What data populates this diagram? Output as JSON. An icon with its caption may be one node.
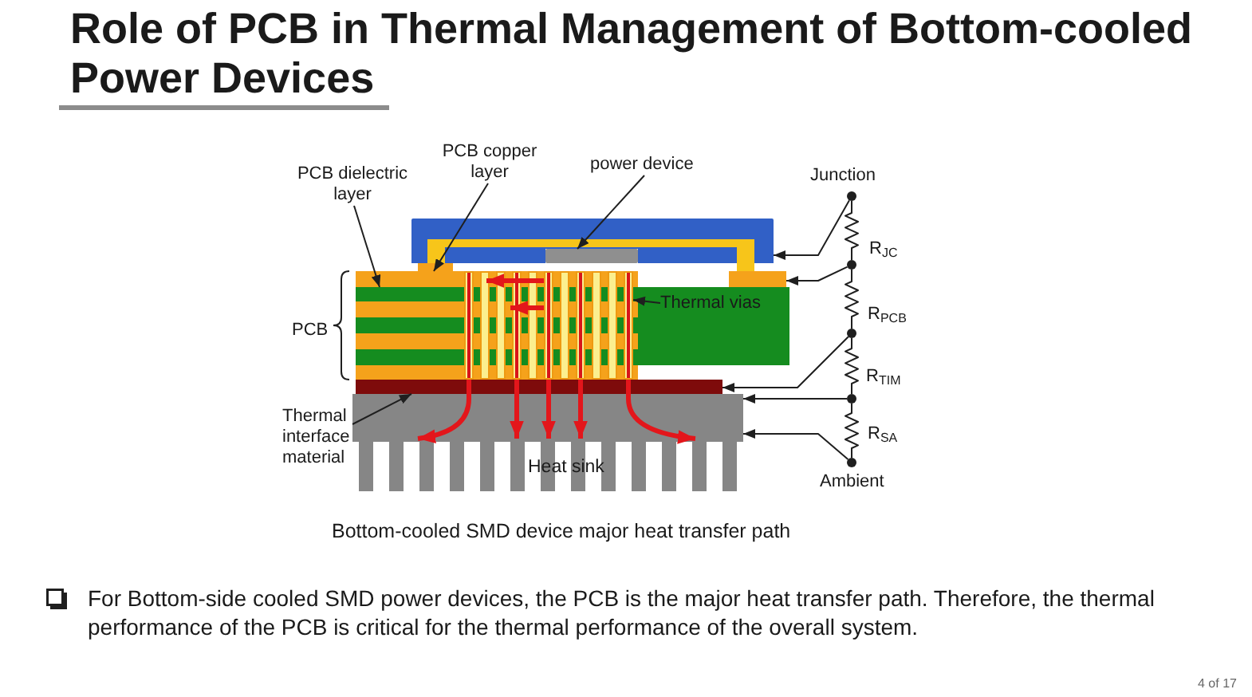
{
  "diagram": {
    "title": "Role of PCB in Thermal Management of Bottom-cooled Power Devices",
    "caption": "Bottom-cooled SMD device major heat transfer path",
    "nodes": [
      {
        "text": [
          "PCB dielectric layer"
        ]
      },
      {
        "text": [
          "PCB copper layer"
        ]
      },
      {
        "text": [
          "power device"
        ]
      },
      {
        "text": [
          "Thermal vias"
        ]
      },
      {
        "text": [
          "Thermal interface material"
        ]
      },
      {
        "text": [
          "Heat sink"
        ]
      },
      {
        "text": [],
        "shape": "box"
      },
      {
        "text": [],
        "shape": "box",
        "in": 6
      },
      {
        "text": [],
        "shape": "bar"
      },
      {
        "text": [],
        "shape": "bar"
      },
      {
        "text": [],
        "shape": "bar"
      },
      {
        "text": [],
        "shape": "bar"
      },
      {
        "text": [],
        "shape": "bar"
      },
      {
        "text": [],
        "shape": "bar"
      },
      {
        "text": [],
        "shape": "bar"
      },
      {
        "text": [],
        "shape": "bar"
      },
      {
        "text": [],
        "shape": "bar"
      },
      {
        "text": [],
        "shape": "bar"
      },
      {
        "text": [],
        "shape": "bar"
      },
      {
        "text": [],
        "shape": "bar"
      },
      {
        "text": [],
        "shape": "bar"
      },
      {
        "text": [],
        "shape": "bar"
      },
      {
        "text": [],
        "shape": "bar"
      },
      {
        "text": [],
        "shape": "bar"
      },
      {
        "text": [],
        "shape": "bar"
      },
      {
        "text": [],
        "shape": "bar"
      },
      {
        "text": [],
        "shape": "bar"
      },
      {
        "text": [],
        "shape": "bar"
      },
      {
        "text": [],
        "shape": "circle",
        "beside": [
          "Junction"
        ]
      },
      {
        "text": [],
        "shape": "circle"
      },
      {
        "text": [],
        "shape": "circle"
      },
      {
        "text": [],
        "shape": "circle"
      },
      {
        "text": [],
        "shape": "circle",
        "beside": [
          "Ambient"
        ]
      }
    ],
    "edges": [
      {
        "from": 0,
        "to": 10,
        "arrow": "to"
      },
      {
        "from": 1,
        "to": 9,
        "arrow": "to"
      },
      {
        "from": 2,
        "to": 7,
        "arrow": "to"
      },
      {
        "from": 3,
        "to": 26,
        "arrow": "to"
      },
      {
        "from": 4,
        "to": 27,
        "arrow": "to"
      },
      {
        "from": 28,
        "to": 29,
        "arrow": "none",
        "label": "R$_{JC}$"
      },
      {
        "from": 29,
        "to": 30,
        "arrow": "none",
        "label": "R$_{PCB}$"
      },
      {
        "from": 30,
        "to": 31,
        "arrow": "none",
        "label": "R$_{TIM}$"
      },
      {
        "from": 31,
        "to": 32,
        "arrow": "none",
        "label": "R$_{SA}$"
      },
      {
        "from": 28,
        "to": 6,
        "arrow": "to"
      },
      {
        "from": 29,
        "to": 8,
        "arrow": "to"
      },
      {
        "from": 30,
        "to": 27,
        "arrow": "to"
      },
      {
        "from": 31,
        "to": 5,
        "arrow": "to"
      },
      {
        "from": 32,
        "to": 5,
        "arrow": "to"
      },
      {
        "from": 16,
        "to": 5,
        "arrow": "to",
        "style": "thick",
        "color": "#e3161b"
      },
      {
        "from": 19,
        "to": 5,
        "arrow": "to",
        "style": "thick",
        "color": "#e3161b"
      },
      {
        "from": 21,
        "to": 5,
        "arrow": "to",
        "style": "thick",
        "color": "#e3161b"
      },
      {
        "from": 23,
        "to": 5,
        "arrow": "to",
        "style": "thick",
        "color": "#e3161b"
      },
      {
        "from": 26,
        "to": 5,
        "arrow": "to",
        "style": "thick",
        "color": "#e3161b"
      },
      {
        "from": 21,
        "to": 9,
        "arrow": "to",
        "style": "thick",
        "color": "#e3161b"
      },
      {
        "from": 21,
        "to": 11,
        "arrow": "to",
        "style": "thick",
        "color": "#e3161b"
      }
    ],
    "labels": [
      "PCB",
      "For Bottom-side cooled SMD power devices, the PCB is the major heat transfer path. Therefore, the thermal performance of the PCB is critical for the thermal performance of the overall system.",
      "4 of 17"
    ]
  }
}
